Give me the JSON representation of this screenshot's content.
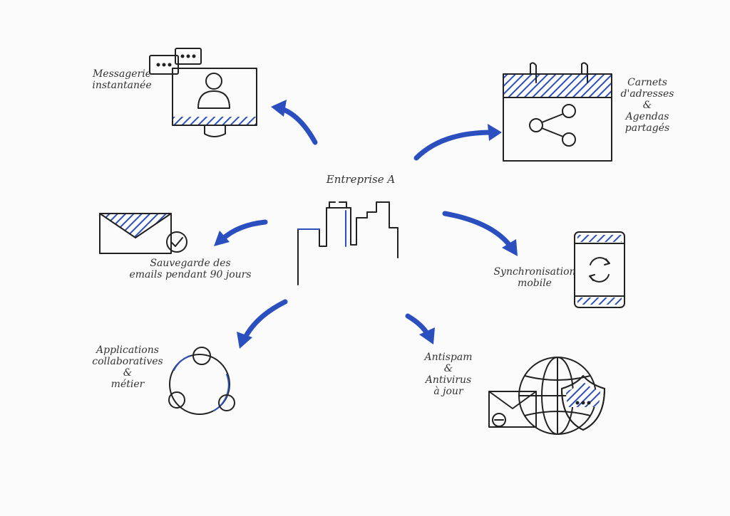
{
  "center": {
    "label": "Entreprise A"
  },
  "nodes": [
    {
      "id": "messagerie",
      "label": "Messagerie\ninstantanée",
      "icon": "monitor-user-chat-icon"
    },
    {
      "id": "carnets",
      "label": "Carnets\nd'adresses\n&\nAgendas\npartagés",
      "icon": "calendar-share-icon"
    },
    {
      "id": "sauvegarde",
      "label": "Sauvegarde des\nemails pendant 90 jours",
      "icon": "envelope-check-icon"
    },
    {
      "id": "synchro",
      "label": "Synchronisation\nmobile",
      "icon": "phone-sync-icon"
    },
    {
      "id": "applications",
      "label": "Applications\ncollaboratives\n&\nmétier",
      "icon": "collaboration-circle-icon"
    },
    {
      "id": "antispam",
      "label": "Antispam\n&\nAntivirus\nà jour",
      "icon": "globe-shield-icon"
    }
  ],
  "colors": {
    "accent": "#2c4fbf",
    "ink": "#222222"
  }
}
